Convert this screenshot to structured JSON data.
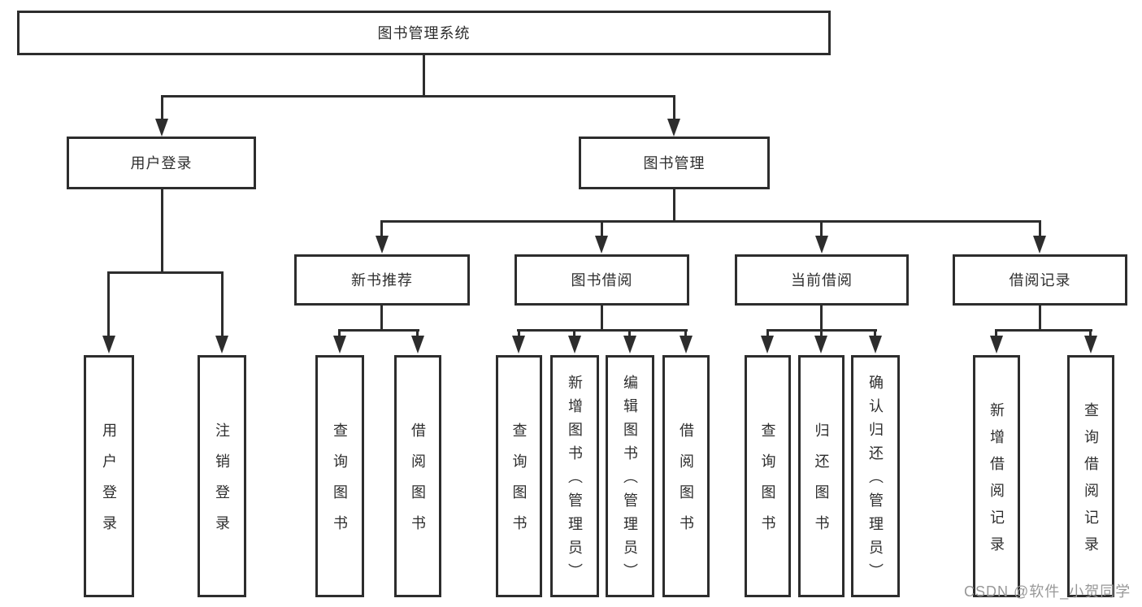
{
  "diagram": {
    "root": {
      "label": "图书管理系统"
    },
    "branches": [
      {
        "label": "用户登录",
        "children": [
          {
            "label": "用户登录"
          },
          {
            "label": "注销登录"
          }
        ]
      },
      {
        "label": "图书管理",
        "children": [
          {
            "label": "新书推荐",
            "children": [
              {
                "label": "查询图书"
              },
              {
                "label": "借阅图书"
              }
            ]
          },
          {
            "label": "图书借阅",
            "children": [
              {
                "label": "查询图书"
              },
              {
                "label": "新增图书（管理员）"
              },
              {
                "label": "编辑图书（管理员）"
              },
              {
                "label": "借阅图书"
              }
            ]
          },
          {
            "label": "当前借阅",
            "children": [
              {
                "label": "查询图书"
              },
              {
                "label": "归还图书"
              },
              {
                "label": "确认归还（管理员）"
              }
            ]
          },
          {
            "label": "借阅记录",
            "children": [
              {
                "label": "新增借阅记录"
              },
              {
                "label": "查询借阅记录"
              }
            ]
          }
        ]
      }
    ],
    "watermark": "CSDN @软件_小贺同学",
    "colors": {
      "line": "#2d2d2d",
      "text": "#2e2e2e",
      "watermark": "#989898",
      "background": "#ffffff"
    }
  }
}
